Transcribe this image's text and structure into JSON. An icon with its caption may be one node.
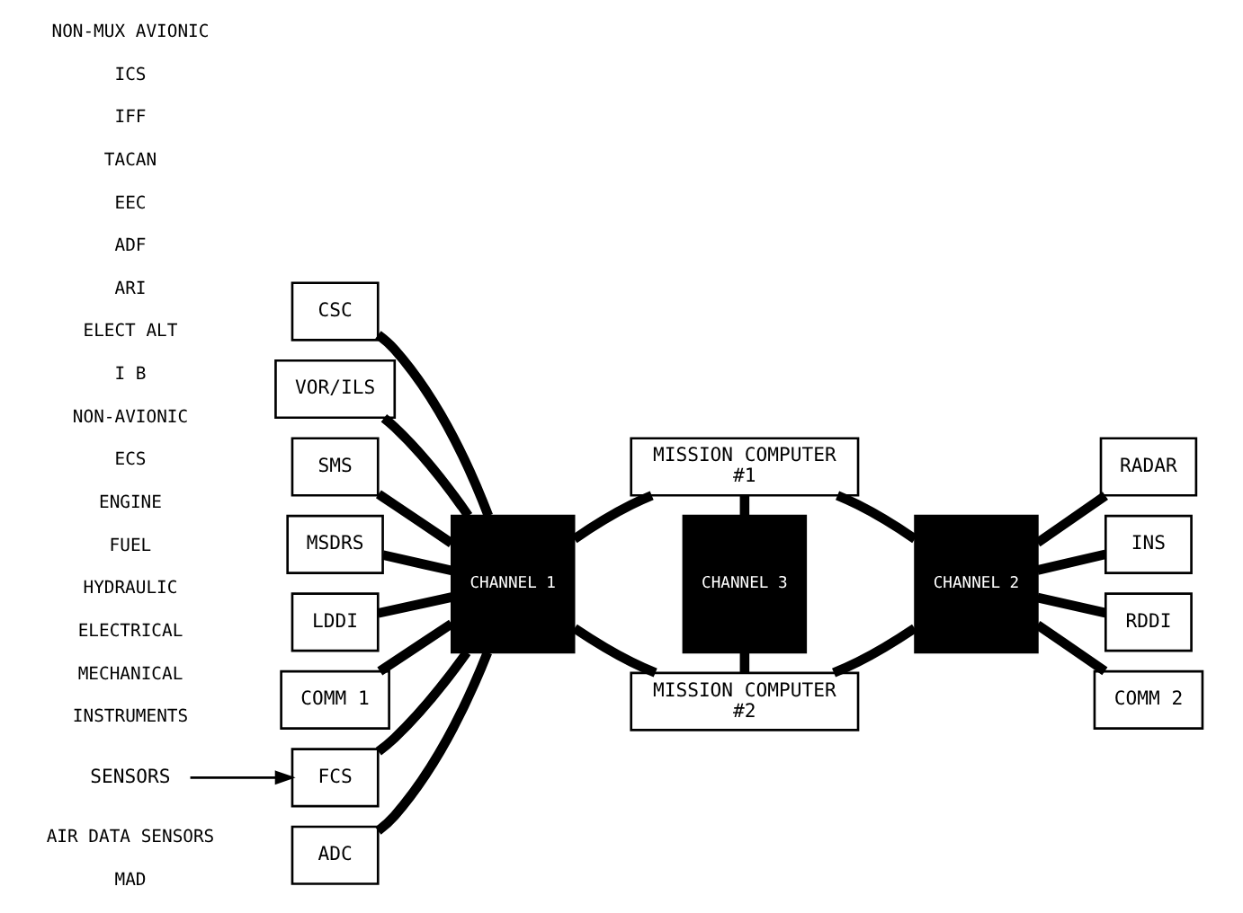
{
  "diagram": {
    "nodes": [
      {
        "text": [
          "CSC"
        ]
      },
      {
        "text": [
          "VOR/ILS"
        ]
      },
      {
        "text": [
          "SMS"
        ]
      },
      {
        "text": [
          "MSDRS"
        ]
      },
      {
        "text": [
          "LDDI"
        ]
      },
      {
        "text": [
          "COMM 1"
        ]
      },
      {
        "text": [
          "SENSORS"
        ]
      },
      {
        "text": [
          "FCS"
        ]
      },
      {
        "text": [
          "ADC"
        ]
      },
      {
        "text": [
          "CHANNEL 1"
        ]
      },
      {
        "text": [
          "MISSION COMPUTER",
          "#1"
        ]
      },
      {
        "text": [
          "CHANNEL 3"
        ]
      },
      {
        "text": [
          "MISSION COMPUTER",
          "#2"
        ]
      },
      {
        "text": [
          "CHANNEL 2"
        ]
      },
      {
        "text": [
          "RADAR"
        ]
      },
      {
        "text": [
          "INS"
        ]
      },
      {
        "text": [
          "RDDI"
        ]
      },
      {
        "text": [
          "COMM 2"
        ]
      }
    ],
    "edges": [
      {
        "from": 0,
        "to": 9,
        "arrow": "none"
      },
      {
        "from": 1,
        "to": 9,
        "arrow": "none"
      },
      {
        "from": 2,
        "to": 9,
        "arrow": "none"
      },
      {
        "from": 3,
        "to": 9,
        "arrow": "none"
      },
      {
        "from": 4,
        "to": 9,
        "arrow": "none"
      },
      {
        "from": 5,
        "to": 9,
        "arrow": "none"
      },
      {
        "from": 6,
        "to": 7,
        "arrow": "to"
      },
      {
        "from": 7,
        "to": 9,
        "arrow": "none"
      },
      {
        "from": 8,
        "to": 9,
        "arrow": "none"
      },
      {
        "from": 9,
        "to": 10,
        "arrow": "none"
      },
      {
        "from": 9,
        "to": 12,
        "arrow": "none"
      },
      {
        "from": 10,
        "to": 11,
        "arrow": "none"
      },
      {
        "from": 11,
        "to": 12,
        "arrow": "none"
      },
      {
        "from": 10,
        "to": 13,
        "arrow": "none"
      },
      {
        "from": 12,
        "to": 13,
        "arrow": "none"
      },
      {
        "from": 13,
        "to": 14,
        "arrow": "none"
      },
      {
        "from": 13,
        "to": 15,
        "arrow": "none"
      },
      {
        "from": 13,
        "to": 16,
        "arrow": "none"
      },
      {
        "from": 13,
        "to": 17,
        "arrow": "none"
      }
    ],
    "labels": [
      "NON-MUX AVIONIC",
      "ICS",
      "IFF",
      "TACAN",
      "EEC",
      "ADF",
      "ARI",
      "ELECT ALT",
      "I B",
      "NON-AVIONIC",
      "ECS",
      "ENGINE",
      "FUEL",
      "HYDRAULIC",
      "ELECTRICAL",
      "MECHANICAL",
      "INSTRUMENTS",
      "AIR DATA SENSORS",
      "MAD"
    ]
  }
}
